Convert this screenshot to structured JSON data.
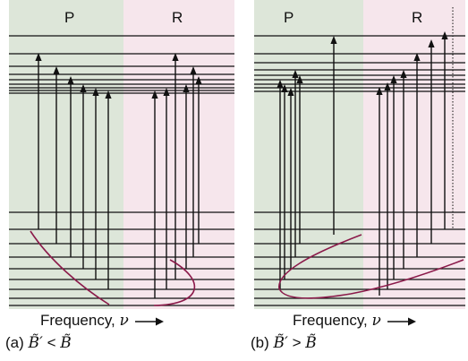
{
  "panels": [
    {
      "branch_left": "P",
      "branch_right": "R",
      "axis_label": "Frequency,",
      "axis_symbol": "ν",
      "caption_label": "(a)",
      "caption_relation": "<",
      "colors": {
        "p_region": "#dde6d9",
        "r_region": "#f6e6ec",
        "curve": "#8b1a4a",
        "line": "#111111"
      }
    },
    {
      "branch_left": "P",
      "branch_right": "R",
      "axis_label": "Frequency,",
      "axis_symbol": "ν",
      "caption_label": "(b)",
      "caption_relation": ">",
      "colors": {
        "p_region": "#dde6d9",
        "r_region": "#f6e6ec",
        "curve": "#8b1a4a",
        "line": "#111111"
      }
    }
  ],
  "caption_symbol": "B̃",
  "caption_symbol_prime": "B̃′"
}
